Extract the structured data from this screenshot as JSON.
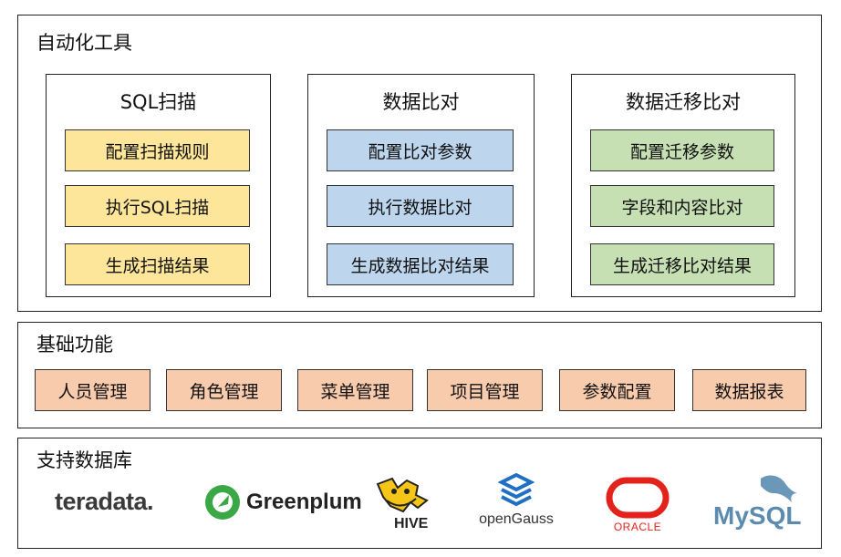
{
  "automation": {
    "title": "自动化工具",
    "groups": [
      {
        "title": "SQL扫描",
        "steps": [
          "配置扫描规则",
          "执行SQL扫描",
          "生成扫描结果"
        ]
      },
      {
        "title": "数据比对",
        "steps": [
          "配置比对参数",
          "执行数据比对",
          "生成数据比对结果"
        ]
      },
      {
        "title": "数据迁移比对",
        "steps": [
          "配置迁移参数",
          "字段和内容比对",
          "生成迁移比对结果"
        ]
      }
    ]
  },
  "basic": {
    "title": "基础功能",
    "items": [
      "人员管理",
      "角色管理",
      "菜单管理",
      "项目管理",
      "参数配置",
      "数据报表"
    ]
  },
  "databases": {
    "title": "支持数据库",
    "logos": [
      {
        "name": "teradata",
        "text": "teradata.",
        "icon": "teradata-wordmark",
        "color": "#3a3a3a"
      },
      {
        "name": "greenplum",
        "text": "Greenplum",
        "icon": "greenplum-circle-icon",
        "color": "#3aa845"
      },
      {
        "name": "hive",
        "text": "HIVE",
        "icon": "hive-bee-icon",
        "color": "#f5c518"
      },
      {
        "name": "opengauss",
        "text": "openGauss",
        "icon": "opengauss-layers-icon",
        "color": "#1f6fc5"
      },
      {
        "name": "oracle",
        "text": "ORACLE",
        "icon": "oracle-ring-icon",
        "color": "#e3231b"
      },
      {
        "name": "mysql",
        "text": "MySQL",
        "icon": "mysql-dolphin-icon",
        "color": "#5b8cb0"
      }
    ]
  },
  "colors": {
    "yellow": "#fde699",
    "blue": "#bdd6ee",
    "green": "#c6e0b4",
    "salmon": "#f8cbad"
  }
}
